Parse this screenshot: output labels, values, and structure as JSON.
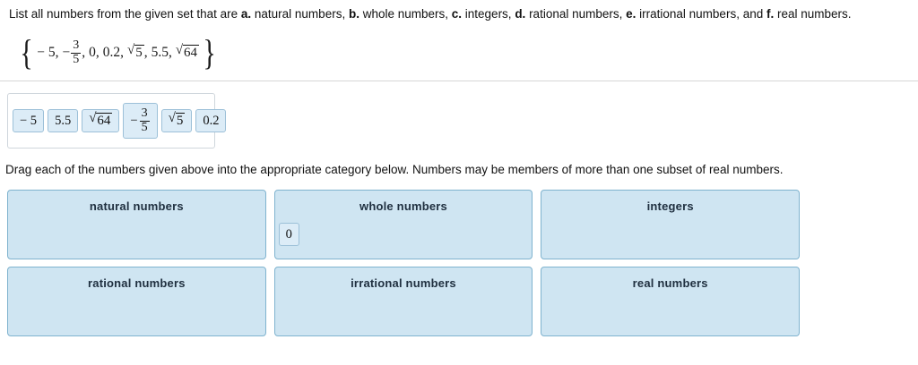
{
  "prompt": {
    "lead": "List all numbers from the given set that are ",
    "parts": [
      {
        "label": "a.",
        "text": " natural numbers, "
      },
      {
        "label": "b.",
        "text": " whole numbers, "
      },
      {
        "label": "c.",
        "text": " integers, "
      },
      {
        "label": "d.",
        "text": " rational numbers, "
      },
      {
        "label": "e.",
        "text": " irrational numbers, and "
      },
      {
        "label": "f.",
        "text": " real numbers."
      }
    ]
  },
  "set": {
    "open_brace": "{",
    "close_brace": "}",
    "items": [
      {
        "type": "plain",
        "text": "− 5"
      },
      {
        "type": "fraction",
        "sign": "−",
        "num": "3",
        "den": "5"
      },
      {
        "type": "plain",
        "text": "0"
      },
      {
        "type": "plain",
        "text": "0.2"
      },
      {
        "type": "radical",
        "radicand": "5"
      },
      {
        "type": "plain",
        "text": "5.5"
      },
      {
        "type": "radical",
        "radicand": "64"
      }
    ],
    "separator": ","
  },
  "tokens": [
    {
      "type": "plain",
      "text": "− 5"
    },
    {
      "type": "plain",
      "text": "5.5"
    },
    {
      "type": "radical",
      "radicand": "64"
    },
    {
      "type": "fraction",
      "sign": "−",
      "num": "3",
      "den": "5"
    },
    {
      "type": "radical",
      "radicand": "5"
    },
    {
      "type": "plain",
      "text": "0.2"
    }
  ],
  "instruction": "Drag each of the numbers given above into the appropriate category below. Numbers may be members of more than one subset of real numbers.",
  "zones": [
    {
      "title": "natural numbers",
      "tokens": []
    },
    {
      "title": "whole numbers",
      "tokens": [
        {
          "type": "plain",
          "text": "0"
        }
      ]
    },
    {
      "title": "integers",
      "tokens": []
    },
    {
      "title": "rational numbers",
      "tokens": []
    },
    {
      "title": "irrational numbers",
      "tokens": []
    },
    {
      "title": "real numbers",
      "tokens": []
    }
  ],
  "colors": {
    "zone_fill": "#cfe5f2",
    "zone_border": "#7fb3cf",
    "token_fill": "#dcecf7",
    "token_border": "#9cc0d8",
    "divider": "#d6d6d6"
  }
}
